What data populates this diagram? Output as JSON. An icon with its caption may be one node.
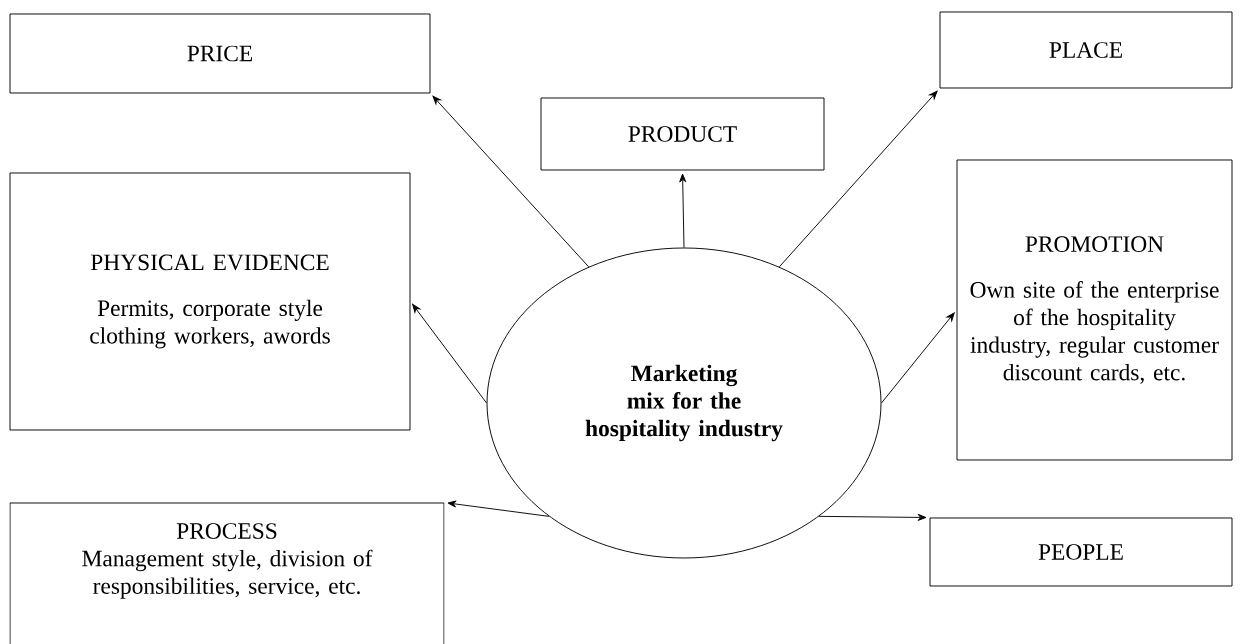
{
  "diagram": {
    "nodes": [
      {
        "text": [
          "Marketing mix for the hospitality industry"
        ]
      },
      {
        "text": [
          "PRICE"
        ]
      },
      {
        "text": [
          "PRODUCT"
        ]
      },
      {
        "text": [
          "PLACE"
        ]
      },
      {
        "text": [
          "PHYSICAL EVIDENCE",
          "Permits, corporate style clothing workers, awords"
        ]
      },
      {
        "text": [
          "PROMOTION",
          "Own site of the enterprise of the hospitality industry, regular customer discount cards, etc."
        ]
      },
      {
        "text": [
          "PROCESS",
          "Management style, division of responsibilities, service, etc."
        ]
      },
      {
        "text": [
          "PEOPLE"
        ]
      }
    ],
    "edges": [
      {
        "from": 0,
        "to": 1,
        "arrow": "to"
      },
      {
        "from": 0,
        "to": 2,
        "arrow": "to"
      },
      {
        "from": 0,
        "to": 3,
        "arrow": "to"
      },
      {
        "from": 0,
        "to": 4,
        "arrow": "to"
      },
      {
        "from": 0,
        "to": 5,
        "arrow": "to"
      },
      {
        "from": 0,
        "to": 6,
        "arrow": "to"
      },
      {
        "from": 0,
        "to": 7,
        "arrow": "to"
      }
    ]
  }
}
